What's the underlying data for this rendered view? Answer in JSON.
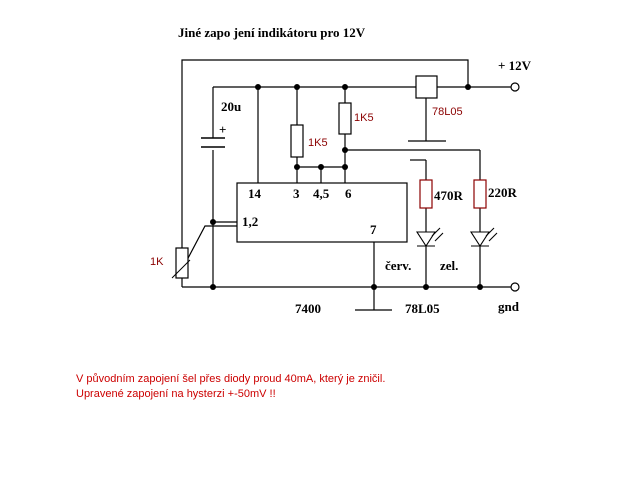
{
  "title": "Jiné zapo jení indikátoru pro 12V",
  "terminals": {
    "supply": "+ 12V",
    "ground": "gnd"
  },
  "chip": {
    "name": "7400",
    "pins": {
      "vcc": "14",
      "p3": "3",
      "p45": "4,5",
      "p6": "6",
      "p12": "1,2",
      "gndpin": "7"
    }
  },
  "components": {
    "capacitor": {
      "value": "20u",
      "polarity": "+"
    },
    "pot": "1K",
    "r1": "1K5",
    "r2": "1K5",
    "regulator_top": "78L05",
    "regulator_bottom": "78L05",
    "r_red": "470R",
    "r_green": "220R",
    "led_red": "červ.",
    "led_green": "zel."
  },
  "notes": [
    "V původním zapojení šel přes diody proud 40mA, který je zničil.",
    "Upravené zapojení na hysterzi +-50mV !!"
  ],
  "colors": {
    "wire": "#000000",
    "resistor_red": "#8b0000",
    "note": "#cc0000"
  }
}
